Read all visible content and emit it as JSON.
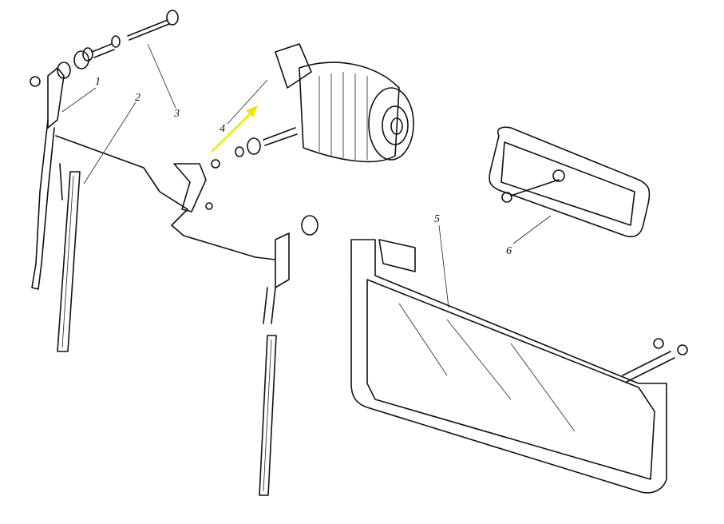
{
  "diagram": {
    "type": "exploded-parts-drawing",
    "labels": [
      "1",
      "2",
      "3",
      "4",
      "5",
      "6"
    ],
    "colors": {
      "ink": "#111111",
      "arrow": "#f2e600",
      "background": "#ffffff"
    }
  }
}
